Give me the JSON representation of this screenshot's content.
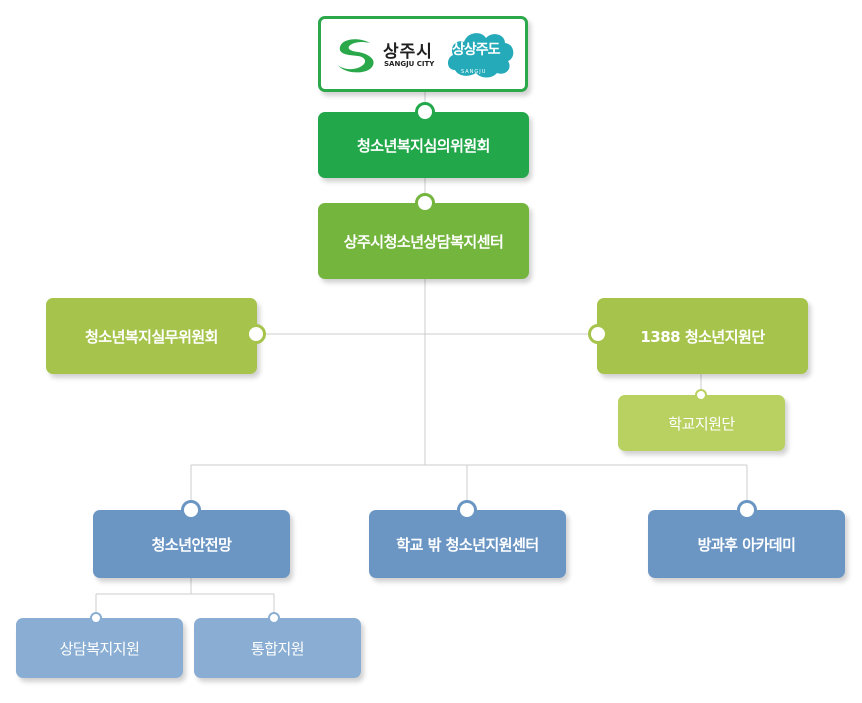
{
  "logo": {
    "city_name": "상주시",
    "city_name_en": "SANGJU CITY",
    "slogan": "상상주도",
    "slogan_en": "SANGJU"
  },
  "nodes": {
    "committee": "청소년복지심의위원회",
    "center": "상주시청소년상담복지센터",
    "practical_committee": "청소년복지실무위원회",
    "support_team_1388": "1388 청소년지원단",
    "school_support": "학교지원단",
    "safety_net": "청소년안전망",
    "out_of_school_center": "학교 밖 청소년지원센터",
    "after_school_academy": "방과후 아카데미",
    "counseling_support": "상담복지지원",
    "integrated_support": "통합지원"
  },
  "colors": {
    "logo_green": "#2aa84a",
    "dark_green": "#22a84a",
    "mid_green": "#74b53d",
    "olive": "#a6c44b",
    "light_olive": "#b8d160",
    "blue": "#6b96c4",
    "light_blue": "#8aaed3",
    "line": "#cccccc"
  }
}
